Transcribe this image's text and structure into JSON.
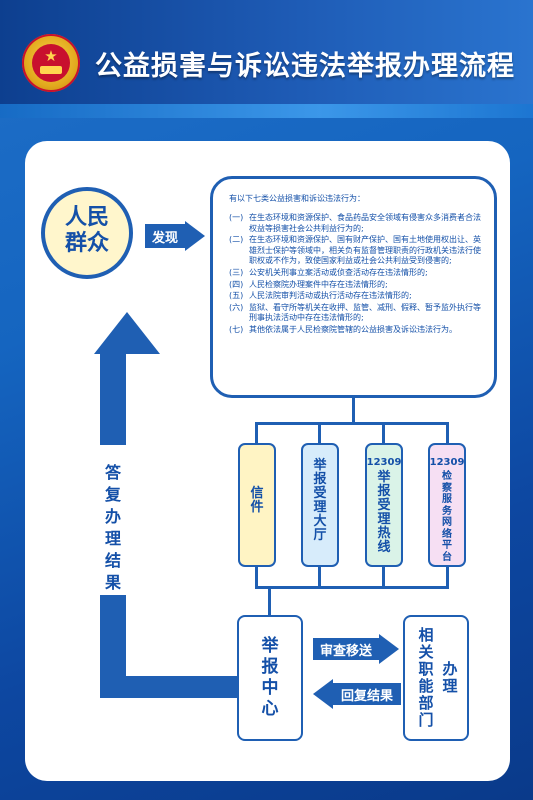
{
  "header": {
    "title": "公益损害与诉讼违法举报办理流程",
    "emblem_icon": "procuratorate-emblem-icon"
  },
  "nodes": {
    "people": [
      "人民",
      "群众"
    ],
    "discover": "发现",
    "report_center": "举报中心",
    "departments_col1": "相关职能部门",
    "departments_col2": "办理",
    "review_transfer": "审查移送",
    "reply_result": "回复结果",
    "reply_back": "答复办理结果"
  },
  "behaviors": {
    "intro": "有以下七类公益损害和诉讼违法行为：",
    "items": [
      {
        "num": "(一)",
        "text": "在生态环境和资源保护、食品药品安全领域有侵害众多消费者合法权益等损害社会公共利益行为的;"
      },
      {
        "num": "(二)",
        "text": "在生态环境和资源保护、国有财产保护、国有土地使用权出让、英雄烈士保护等领域中，相关负有监督管理职责的行政机关违法行使职权或不作为，致使国家利益或社会公共利益受到侵害的;"
      },
      {
        "num": "(三)",
        "text": "公安机关刑事立案活动或侦查活动存在违法情形的;"
      },
      {
        "num": "(四)",
        "text": "人民检察院办理案件中存在违法情形的;"
      },
      {
        "num": "(五)",
        "text": "人民法院审判活动或执行活动存在违法情形的;"
      },
      {
        "num": "(六)",
        "text": "监狱、看守所等机关在收押、监管、减刑、假释、暂予监外执行等刑事执法活动中存在违法情形的;"
      },
      {
        "num": "(七)",
        "text": "其他依法属于人民检察院管辖的公益损害及诉讼违法行为。"
      }
    ]
  },
  "channels": [
    {
      "num": "",
      "label": "信件",
      "color": "#fff4c4"
    },
    {
      "num": "",
      "label": "举报受理大厅",
      "color": "#d7ecfb"
    },
    {
      "num": "12309",
      "label": "举报受理热线",
      "color": "#daf3e8"
    },
    {
      "num": "12309",
      "label": "检察服务网络平台",
      "color": "#f6dff3"
    }
  ],
  "colors": {
    "primary": "#1f5fb3",
    "text": "#1450a8",
    "background_dark": "#0d47a1",
    "card": "#ffffff"
  }
}
